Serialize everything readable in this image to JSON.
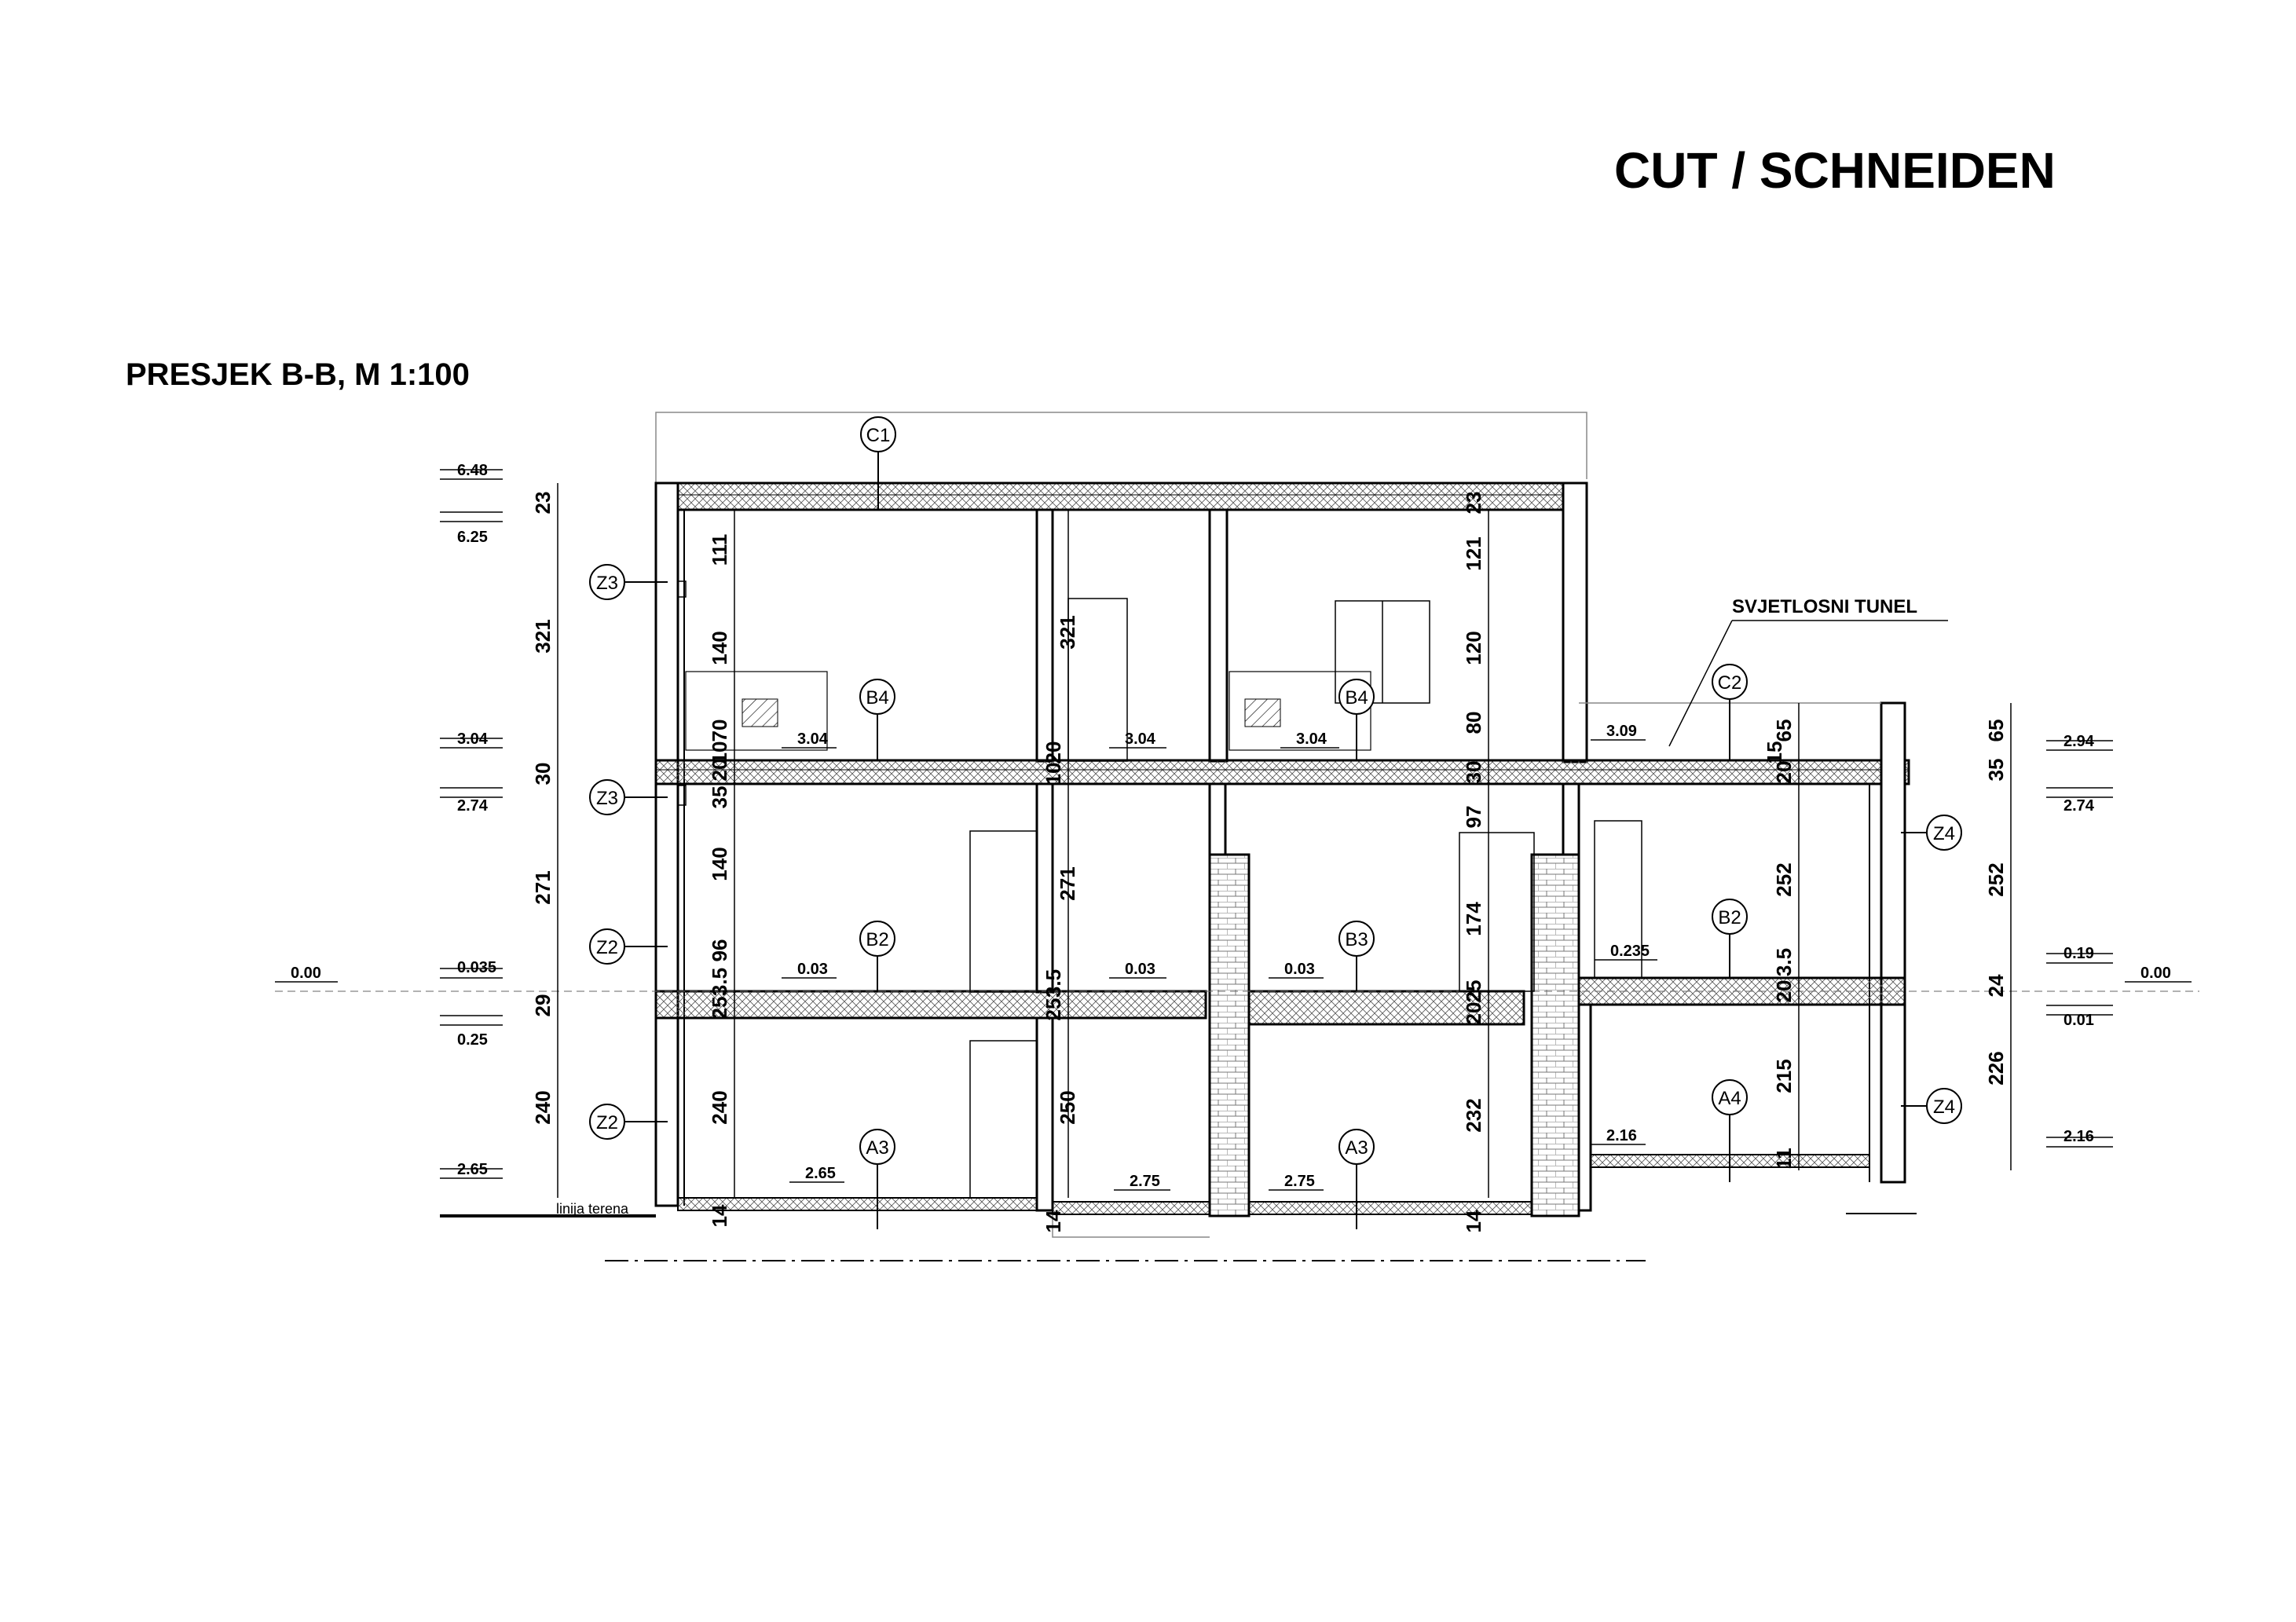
{
  "header": {
    "title": "CUT / SCHNEIDEN"
  },
  "drawing": {
    "title": "PRESJEK B-B, M 1:100",
    "ground_label": "linija terena",
    "tunnel_label": "SVJETLOSNI TUNEL"
  },
  "tags": {
    "roof": "C1",
    "terrace": "C2",
    "floor_upper_left": "B4",
    "floor_upper_right": "B4",
    "floor_ground_left": "B2",
    "floor_ground_mid": "B3",
    "floor_ground_right": "B2",
    "floor_base_left": "A3",
    "floor_base_mid": "A3",
    "floor_base_right": "A4",
    "wall_1": "Z3",
    "wall_2": "Z3",
    "wall_3": "Z2",
    "wall_4": "Z2",
    "wall_5": "Z4",
    "wall_6": "Z4"
  },
  "levels_left": [
    "6.48",
    "6.25",
    "3.04",
    "2.74",
    "0.035",
    "0.25",
    "2.65"
  ],
  "levels_left_zero": "0.00",
  "levels_right": [
    "2.94",
    "2.74",
    "0.19",
    "0.01",
    "2.16"
  ],
  "levels_right_zero": "0.00",
  "levels_inner": [
    "3.04",
    "3.04",
    "3.04",
    "3.09",
    "0.03",
    "0.03",
    "0.03",
    "0.235",
    "2.65",
    "2.75",
    "2.75",
    "2.16"
  ],
  "dims_left_column": [
    "23",
    "321",
    "30",
    "271",
    "29",
    "240"
  ],
  "dims_right_column": [
    "65",
    "35",
    "252",
    "24",
    "226"
  ],
  "dims_room_a": [
    "111",
    "140",
    "70",
    "20",
    "10",
    "35",
    "140",
    "96",
    "3.5",
    "25",
    "240",
    "14"
  ],
  "dims_room_b": [
    "321",
    "20",
    "10",
    "271",
    "25",
    "3.5",
    "250",
    "14"
  ],
  "dims_room_c": [
    "23",
    "121",
    "120",
    "80",
    "30",
    "97",
    "174",
    "20",
    "25",
    "232",
    "14"
  ],
  "dims_room_d": [
    "65",
    "15",
    "20",
    "252",
    "20",
    "3.5",
    "215",
    "11"
  ]
}
